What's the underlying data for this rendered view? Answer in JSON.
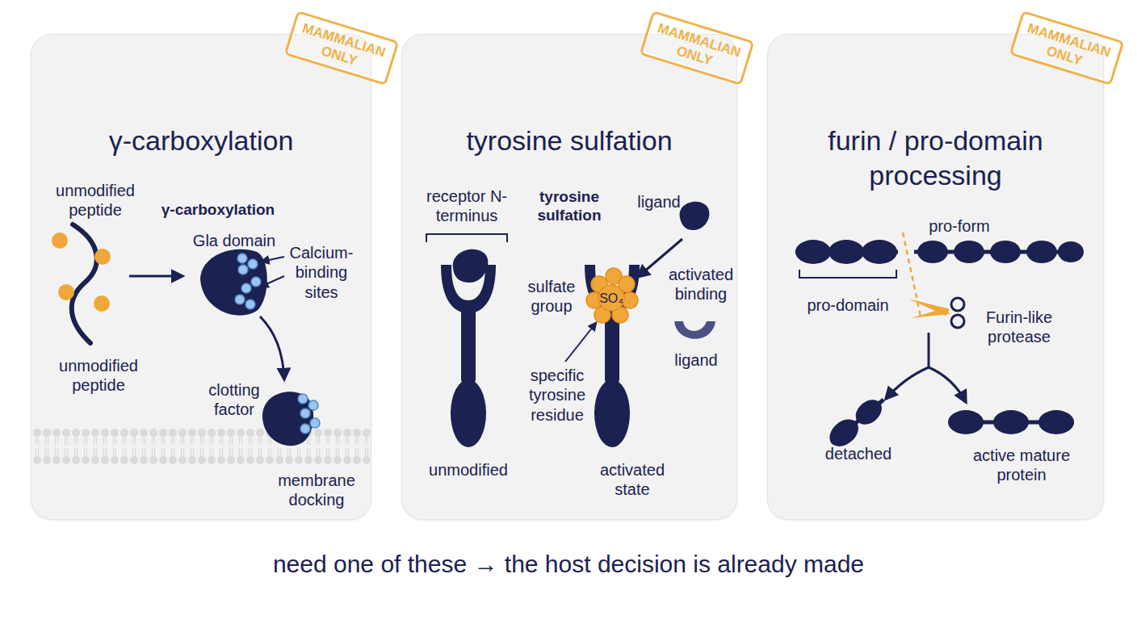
{
  "diagram": {
    "caption": "need one of these → the host decision is already made",
    "nodes": [
      {
        "text": [
          "γ-carboxylation"
        ]
      },
      {
        "text": [
          "MAMMALIAN ONLY"
        ],
        "in": 0
      },
      {
        "text": [
          "tyrosine sulfation"
        ]
      },
      {
        "text": [
          "MAMMALIAN ONLY"
        ],
        "in": 2
      },
      {
        "text": [
          "furin / pro-domain processing"
        ]
      },
      {
        "text": [
          "MAMMALIAN ONLY"
        ],
        "in": 4
      }
    ],
    "labels": [
      "unmodified peptide",
      "γ-carboxylation",
      "Gla domain",
      "Calcium-binding sites",
      "unmodified peptide",
      "clotting factor",
      "membrane docking",
      "receptor N-terminus",
      "tyrosine sulfation",
      "ligand",
      "sulfate group",
      "SO₄",
      "activated binding",
      "ligand",
      "specific tyrosine residue",
      "unmodified",
      "activated state",
      "pro-form",
      "pro-domain",
      "Furin-like protease",
      "detached",
      "active mature protein"
    ]
  }
}
